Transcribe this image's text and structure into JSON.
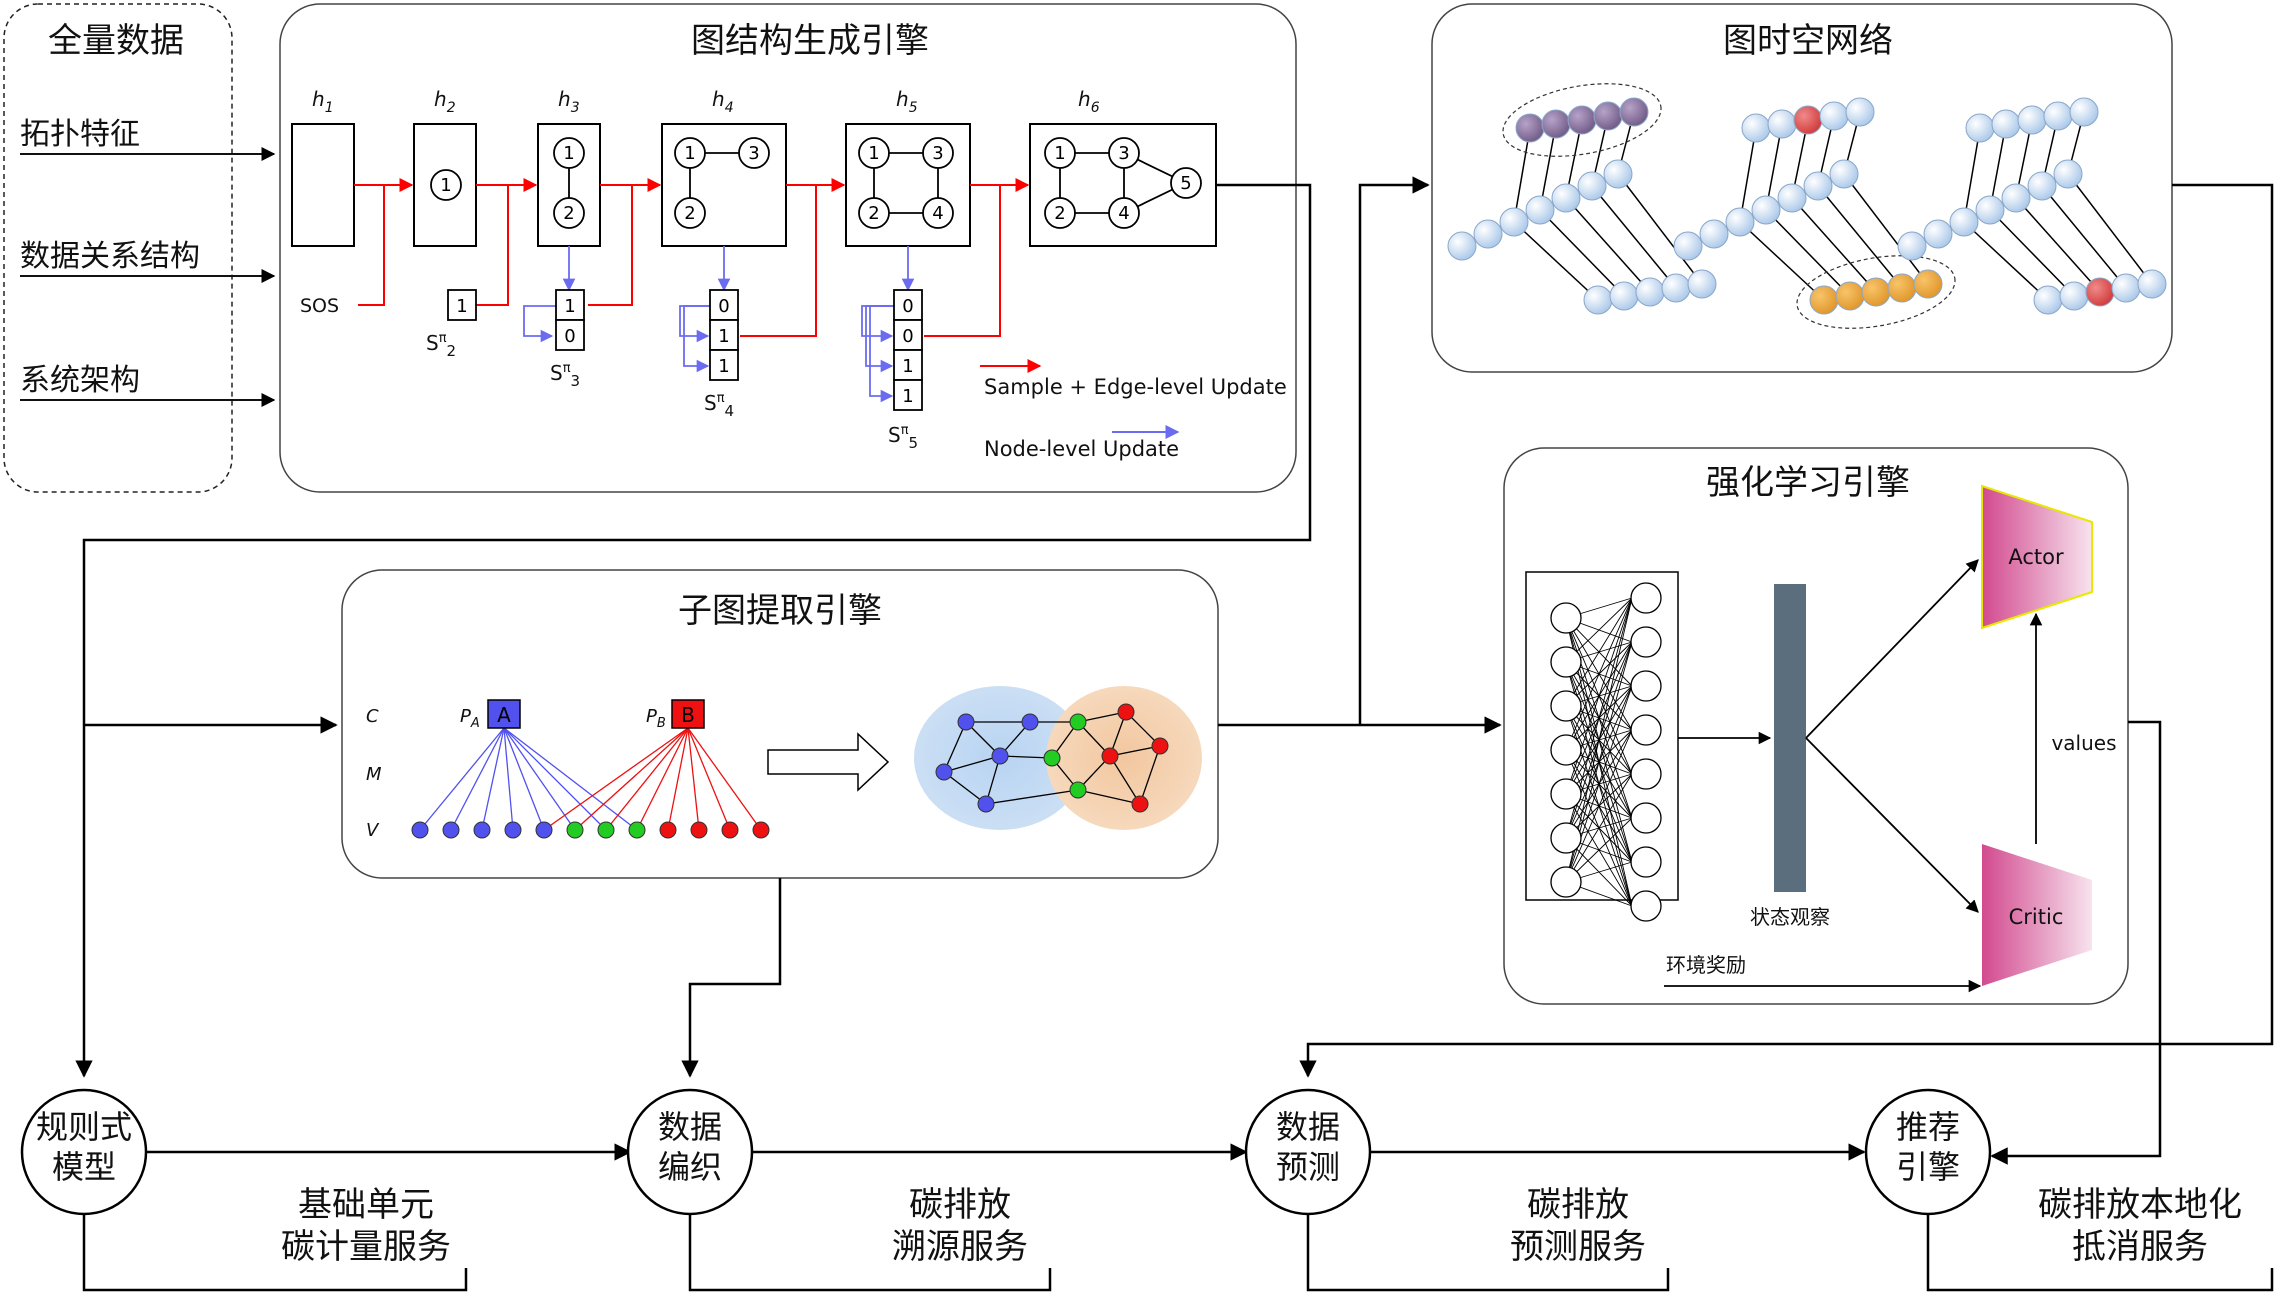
{
  "full_data": {
    "title": "全量数据",
    "inputs": [
      "拓扑特征",
      "数据关系结构",
      "系统架构"
    ]
  },
  "graph_gen": {
    "title": "图结构生成引擎",
    "h_labels": [
      "h",
      "h",
      "h",
      "h",
      "h",
      "h"
    ],
    "h_subs": [
      "1",
      "2",
      "3",
      "4",
      "5",
      "6"
    ],
    "sos": "SOS",
    "s_main": [
      "S",
      "S",
      "S",
      "S"
    ],
    "s_pi": [
      "π",
      "π",
      "π",
      "π"
    ],
    "s_subs": [
      "2",
      "3",
      "4",
      "5"
    ],
    "nodes": [
      "1",
      "2",
      "3",
      "4",
      "5"
    ],
    "vectors": [
      [
        "1"
      ],
      [
        "1",
        "0"
      ],
      [
        "0",
        "1",
        "1"
      ],
      [
        "0",
        "0",
        "1",
        "1"
      ]
    ],
    "legend": {
      "edge": "Sample + Edge-level Update",
      "node": "Node-level Update"
    },
    "colors": {
      "edge": "#ff0000",
      "node": "#6b6bf2"
    }
  },
  "spatio": {
    "title": "图时空网络"
  },
  "subgraph": {
    "title": "子图提取引擎",
    "levels": [
      "C",
      "M",
      "V"
    ],
    "pa": "P",
    "pa_sub": "A",
    "pa_box": "A",
    "pb": "P",
    "pb_sub": "B",
    "pb_box": "B",
    "colors": {
      "blue": "#5151ee",
      "red": "#ee1111",
      "green": "#22cc22"
    }
  },
  "rl": {
    "title": "强化学习引擎",
    "state": "状态观察",
    "reward": "环境奖励",
    "actor": "Actor",
    "critic": "Critic",
    "values": "values"
  },
  "flow": {
    "nodes": [
      {
        "line1": "规则式",
        "line2": "模型"
      },
      {
        "line1": "数据",
        "line2": "编织"
      },
      {
        "line1": "数据",
        "line2": "预测"
      },
      {
        "line1": "推荐",
        "line2": "引擎"
      }
    ],
    "services": [
      {
        "line1": "基础单元",
        "line2": "碳计量服务"
      },
      {
        "line1": "碳排放",
        "line2": "溯源服务"
      },
      {
        "line1": "碳排放",
        "line2": "预测服务"
      },
      {
        "line1": "碳排放本地化",
        "line2": "抵消服务"
      }
    ]
  }
}
